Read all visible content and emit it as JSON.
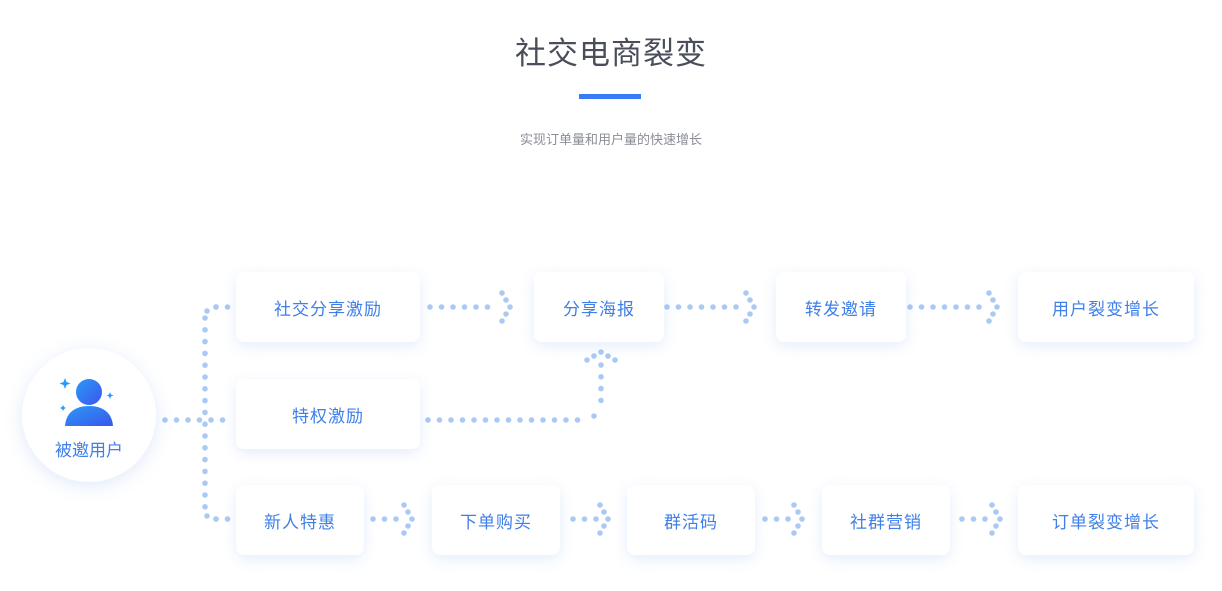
{
  "header": {
    "title": "社交电商裂变",
    "subtitle": "实现订单量和用户量的快速增长"
  },
  "colors": {
    "accent": "#3a7cf5",
    "text": "#3f7fe8",
    "dots": "#abc9f5"
  },
  "start": {
    "label": "被邀用户",
    "icon": "user-icon"
  },
  "nodes": {
    "social_share": "社交分享激励",
    "share_poster": "分享海报",
    "forward_invite": "转发邀请",
    "user_growth": "用户裂变增长",
    "privilege": "特权激励",
    "new_user": "新人特惠",
    "order": "下单购买",
    "group_code": "群活码",
    "community": "社群营销",
    "order_growth": "订单裂变增长"
  }
}
